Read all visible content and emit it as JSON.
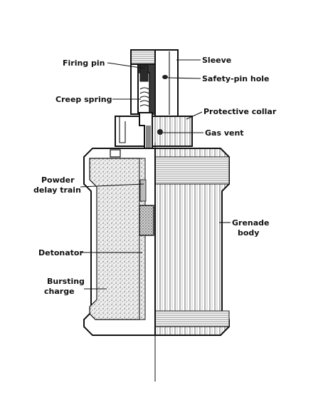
{
  "labels": {
    "firing_pin": "Firing pin",
    "sleeve": "Sleeve",
    "safety_pin_hole": "Safety-pin hole",
    "creep_spring": "Creep spring",
    "protective_collar": "Protective collar",
    "gas_vent": "Gas vent",
    "powder_delay_train_line1": "Powder",
    "powder_delay_train_line2": "delay train",
    "grenade_body_line1": "Grenade",
    "grenade_body_line2": "body",
    "detonator": "Detonator",
    "bursting_charge_line1": "Bursting",
    "bursting_charge_line2": "charge"
  }
}
